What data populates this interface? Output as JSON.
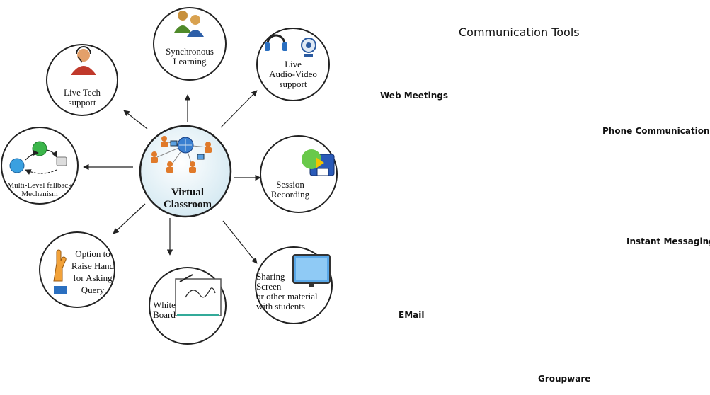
{
  "virtual_classroom": {
    "center_label_1": "Virtual",
    "center_label_2": "Classroom",
    "nodes": {
      "synchronous_learning": [
        "Synchronous",
        "Learning"
      ],
      "live_av_support": [
        "Live",
        "Audio-Video",
        "support"
      ],
      "live_tech_support": [
        "Live Tech",
        "support"
      ],
      "fallback": [
        "Multi-Level  fallback",
        "Mechanism"
      ],
      "session_recording": [
        "Session",
        "Recording"
      ],
      "raise_hand": [
        "Option to",
        "Raise Hand",
        "for Asking",
        "Query"
      ],
      "white_board": [
        "White",
        "Board"
      ],
      "sharing_screen": [
        "Sharing",
        "Screen",
        "or other material",
        "with students"
      ]
    }
  },
  "communication_tools": {
    "title": "Communication Tools",
    "web_meetings": "Web Meetings",
    "phone_communication": "Phone Communication",
    "instant_messaging": "Instant Messaging",
    "email": "EMail",
    "groupware": "Groupware"
  },
  "icons": {
    "tech_support": "headset-agent-icon",
    "synchronous": "people-group-icon",
    "av_support": "headphones-webcam-icon",
    "fallback": "phone-fallback-icon",
    "recording": "recording-arrow-icon",
    "raise_hand": "raised-hand-icon",
    "whiteboard": "whiteboard-icon",
    "screen": "monitor-icon",
    "globe": "globe-icon",
    "phone": "telephone-icon",
    "smiley": "smiley-icon",
    "envelope": "envelope-icon",
    "calendar": "calendar-grid-icon"
  }
}
